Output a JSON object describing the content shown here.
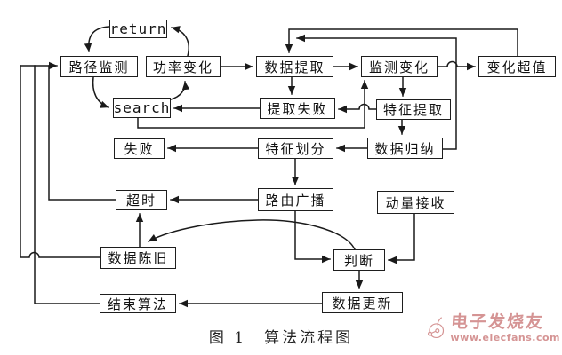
{
  "figure_caption": "图 1　算法流程图",
  "colors": {
    "line": "#1a1a1a",
    "box_border": "#1e1e1e",
    "watermark": "#d59494"
  },
  "nodes": {
    "return": {
      "label": "return"
    },
    "path_monitor": {
      "label": "路径监测"
    },
    "power_change": {
      "label": "功率变化"
    },
    "data_extract": {
      "label": "数据提取"
    },
    "monitor_change": {
      "label": "监测变化"
    },
    "change_exceed": {
      "label": "变化超值"
    },
    "search": {
      "label": "search"
    },
    "extract_fail": {
      "label": "提取失败"
    },
    "feature_extract": {
      "label": "特征提取"
    },
    "fail": {
      "label": "失败"
    },
    "feature_divide": {
      "label": "特征划分"
    },
    "data_induce": {
      "label": "数据归纳"
    },
    "timeout": {
      "label": "超时"
    },
    "route_broadcast": {
      "label": "路由广播"
    },
    "momentum_receive": {
      "label": "动量接收"
    },
    "data_stale": {
      "label": "数据陈旧"
    },
    "judge": {
      "label": "判断"
    },
    "end_algorithm": {
      "label": "结束算法"
    },
    "data_update": {
      "label": "数据更新"
    }
  },
  "edges": [
    {
      "from": "return",
      "to": "path_monitor"
    },
    {
      "from": "power_change",
      "to": "return"
    },
    {
      "from": "path_monitor",
      "to": "search"
    },
    {
      "from": "search",
      "to": "power_change"
    },
    {
      "from": "power_change",
      "to": "data_extract"
    },
    {
      "from": "data_extract",
      "to": "monitor_change"
    },
    {
      "from": "monitor_change",
      "to": "change_exceed"
    },
    {
      "from": "change_exceed",
      "to": "data_extract"
    },
    {
      "from": "data_induce",
      "to": "data_extract"
    },
    {
      "from": "data_extract",
      "to": "extract_fail"
    },
    {
      "from": "monitor_change",
      "to": "feature_extract"
    },
    {
      "from": "extract_fail",
      "to": "search"
    },
    {
      "from": "feature_extract",
      "to": "extract_fail"
    },
    {
      "from": "search",
      "to": "monitor_change"
    },
    {
      "from": "feature_extract",
      "to": "data_induce"
    },
    {
      "from": "data_induce",
      "to": "feature_divide"
    },
    {
      "from": "feature_divide",
      "to": "fail"
    },
    {
      "from": "feature_divide",
      "to": "route_broadcast"
    },
    {
      "from": "route_broadcast",
      "to": "timeout"
    },
    {
      "from": "route_broadcast",
      "to": "judge"
    },
    {
      "from": "momentum_receive",
      "to": "judge"
    },
    {
      "from": "judge",
      "to": "data_stale"
    },
    {
      "from": "data_stale",
      "to": "timeout"
    },
    {
      "from": "judge",
      "to": "data_update"
    },
    {
      "from": "data_update",
      "to": "end_algorithm"
    },
    {
      "from": "timeout",
      "to": "path_monitor"
    },
    {
      "from": "data_stale",
      "to": "path_monitor"
    },
    {
      "from": "end_algorithm",
      "to": "path_monitor"
    }
  ],
  "watermark": {
    "brand": "电子发烧友",
    "url": "www.elecfans.com"
  }
}
